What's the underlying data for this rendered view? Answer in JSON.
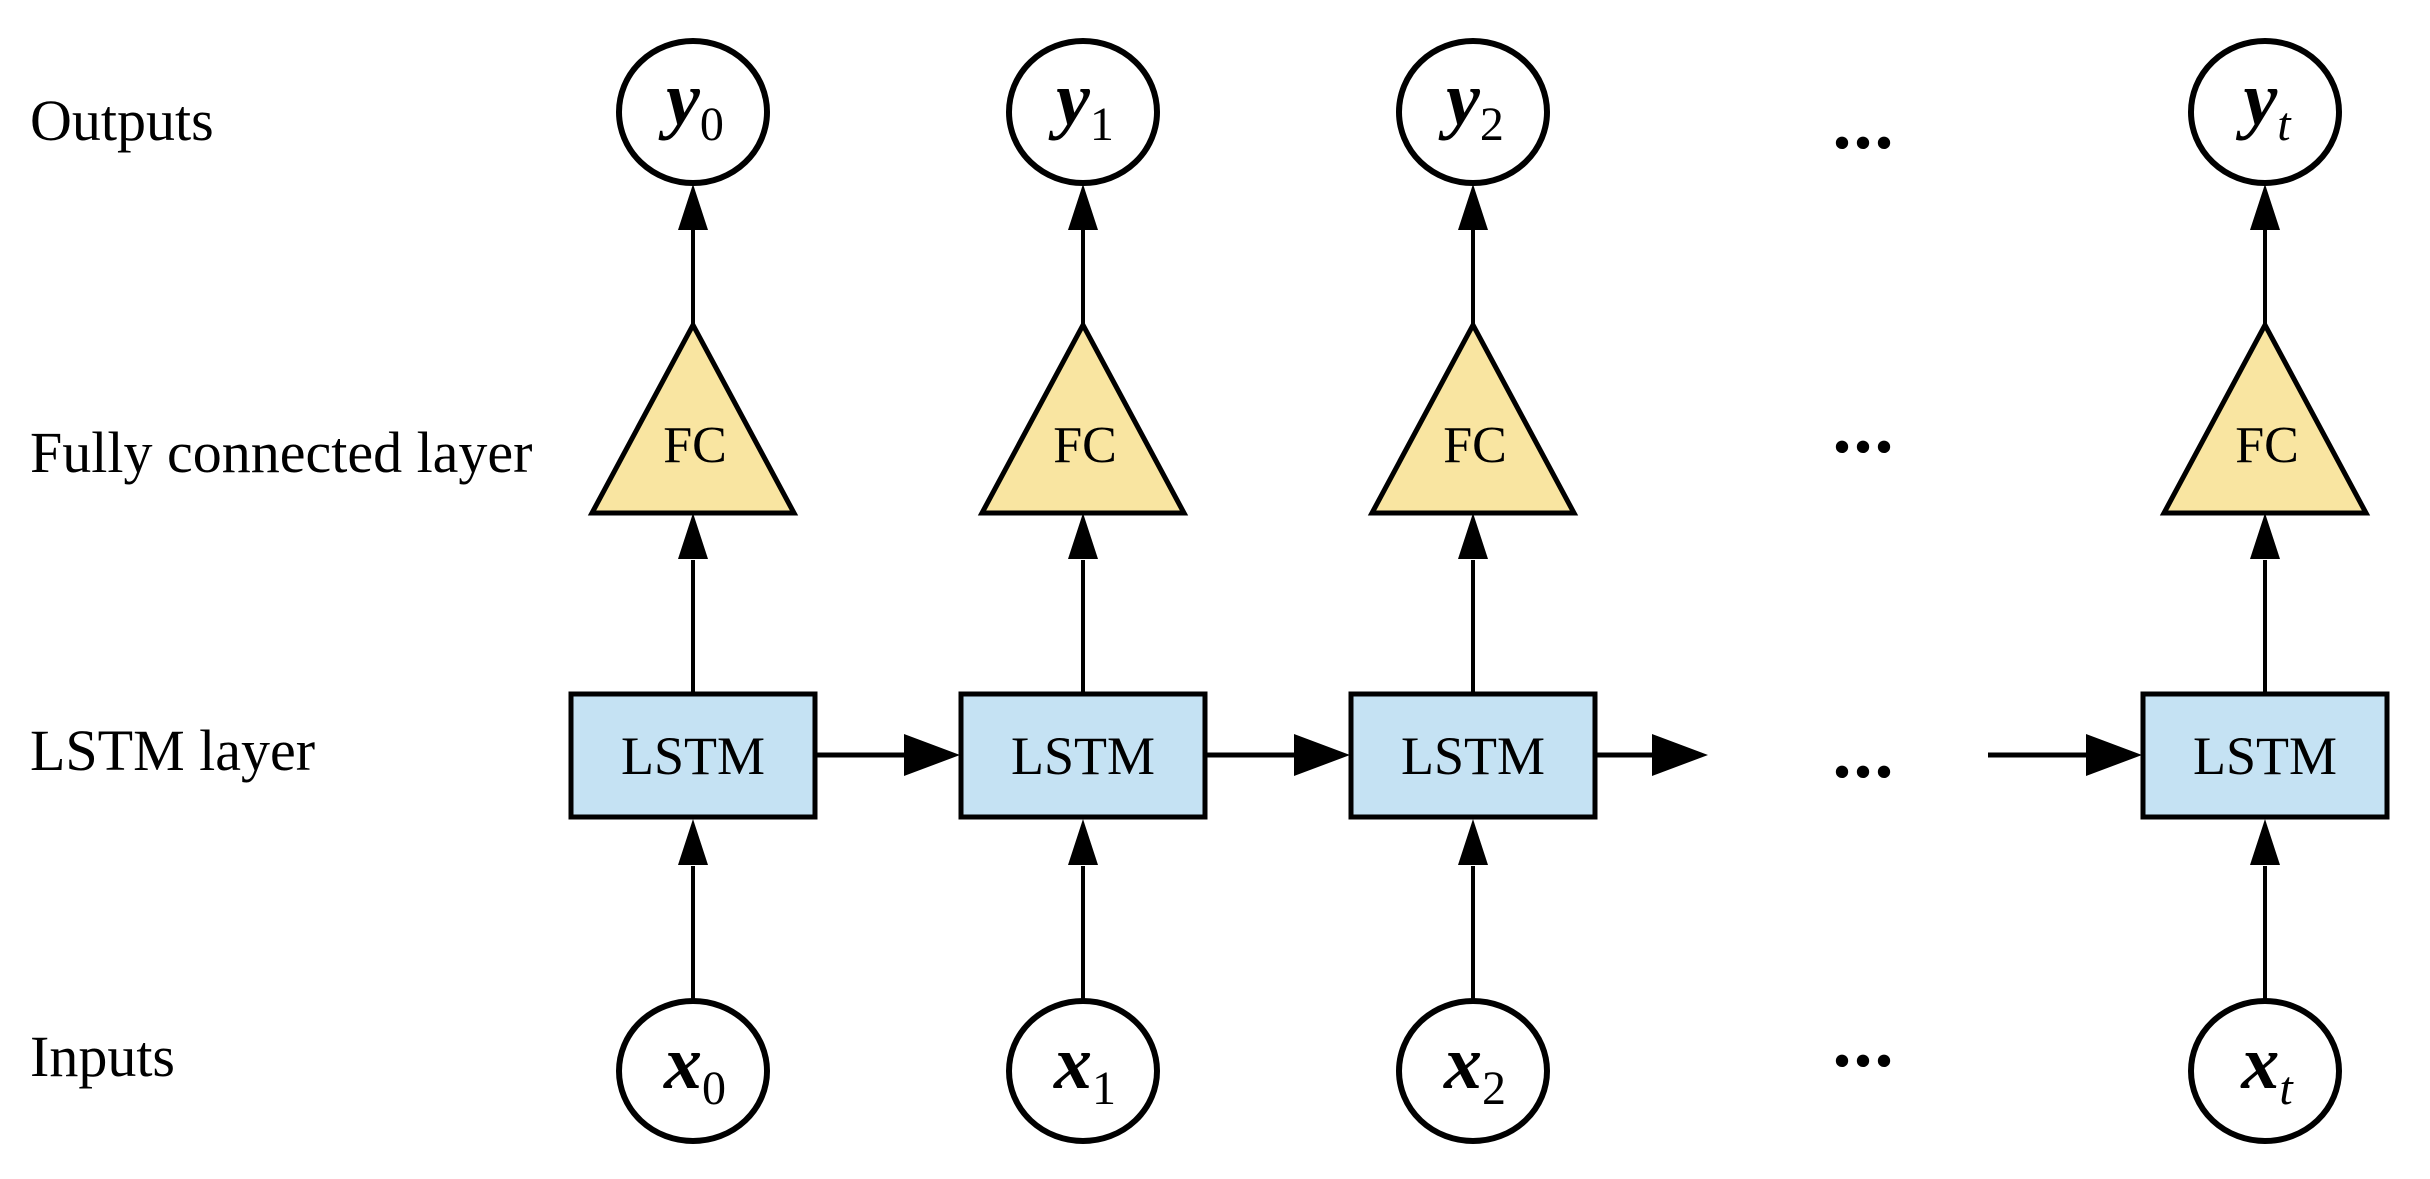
{
  "diagram": {
    "type": "unrolled-lstm-network-architecture",
    "row_labels": [
      "Outputs",
      "Fully connected layer",
      "LSTM layer",
      "Inputs"
    ],
    "ellipsis": "...",
    "columns": [
      {
        "output": "y",
        "output_sub": "0",
        "fc": "FC",
        "lstm": "LSTM",
        "input": "x",
        "input_sub": "0"
      },
      {
        "output": "y",
        "output_sub": "1",
        "fc": "FC",
        "lstm": "LSTM",
        "input": "x",
        "input_sub": "1"
      },
      {
        "output": "y",
        "output_sub": "2",
        "fc": "FC",
        "lstm": "LSTM",
        "input": "x",
        "input_sub": "2"
      },
      {
        "output": "y",
        "output_sub": "t",
        "fc": "FC",
        "lstm": "LSTM",
        "input": "x",
        "input_sub": "t"
      }
    ],
    "colors": {
      "fc_fill": "#F9E5A1",
      "lstm_fill": "#C5E2F3",
      "stroke": "#000000",
      "text": "#000000",
      "background": "#FFFFFF"
    }
  }
}
